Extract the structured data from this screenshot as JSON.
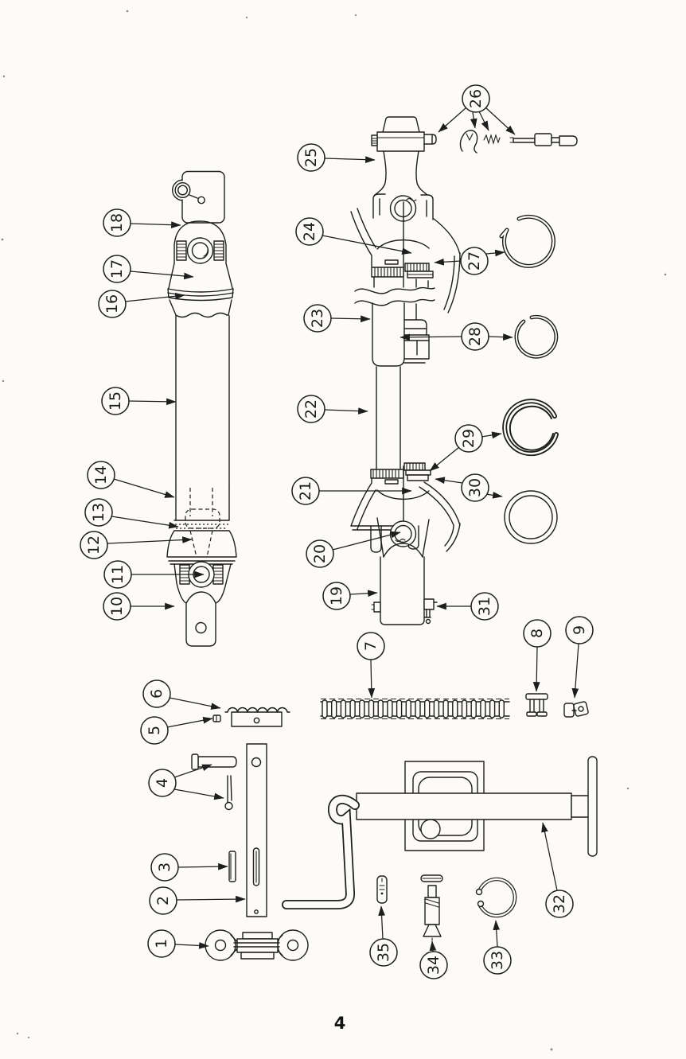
{
  "page": {
    "number": "4"
  },
  "colors": {
    "ink": "#1e1e1e",
    "paper": "#fcfbf8"
  },
  "diagram": {
    "callouts": [
      "1",
      "2",
      "3",
      "4",
      "5",
      "6",
      "7",
      "8",
      "9",
      "10",
      "11",
      "12",
      "13",
      "14",
      "15",
      "16",
      "17",
      "18",
      "19",
      "20",
      "21",
      "22",
      "23",
      "24",
      "25",
      "26",
      "27",
      "28",
      "29",
      "30",
      "31",
      "32",
      "33",
      "34",
      "35"
    ]
  }
}
